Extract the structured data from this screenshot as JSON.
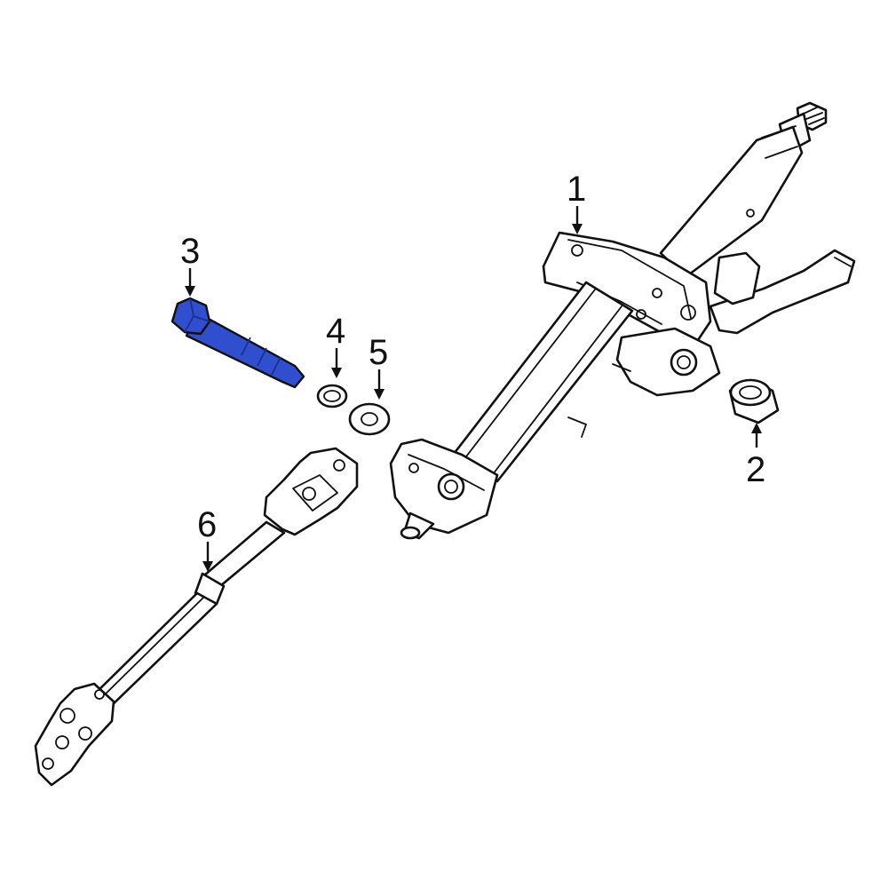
{
  "callouts": [
    {
      "label": "1"
    },
    {
      "label": "2"
    },
    {
      "label": "3"
    },
    {
      "label": "4"
    },
    {
      "label": "5"
    },
    {
      "label": "6"
    }
  ],
  "colors": {
    "highlight": "#2f4fcf",
    "highlight_dark": "#1a2f8f",
    "line": "#111111",
    "background": "#ffffff"
  }
}
